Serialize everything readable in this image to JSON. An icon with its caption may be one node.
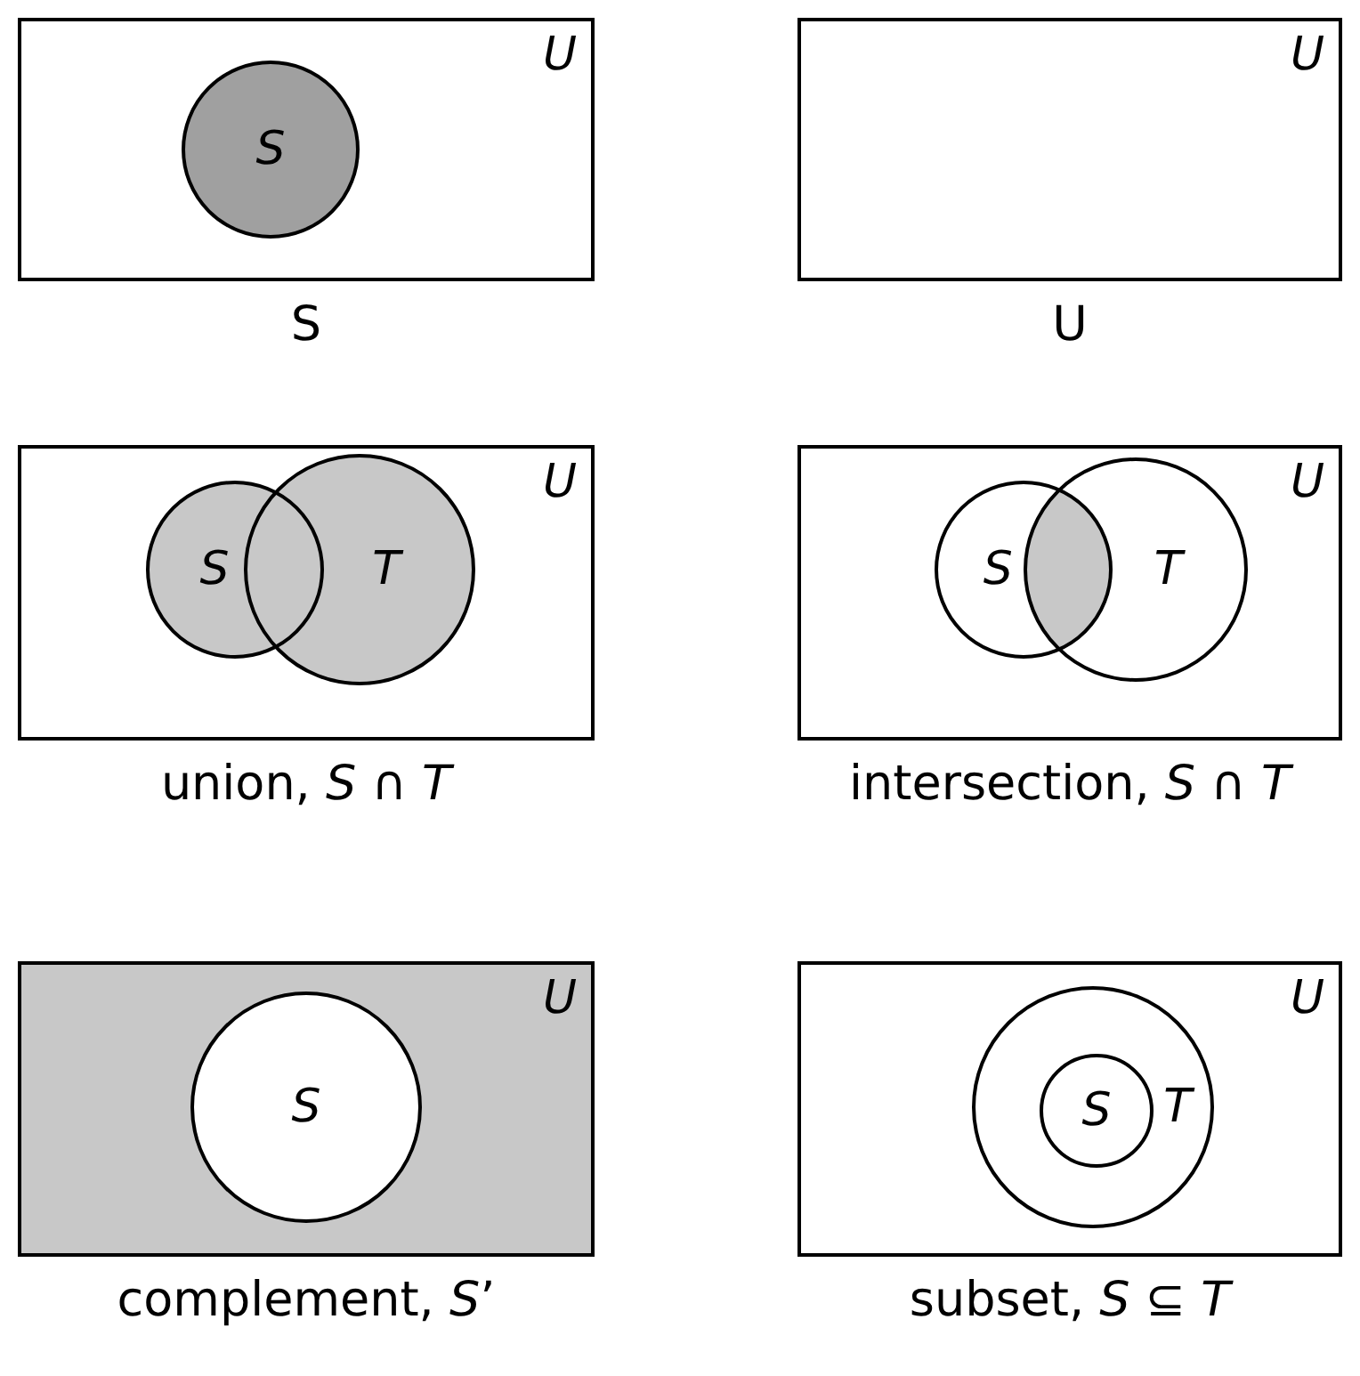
{
  "diagram": {
    "nodes": [
      {
        "text": [
          "U"
        ],
        "beside": [
          "S"
        ]
      },
      {
        "text": [
          "S"
        ],
        "in": 0
      },
      {
        "text": [
          "U"
        ],
        "beside": [
          "U"
        ]
      },
      {
        "text": [
          "U"
        ],
        "beside": [
          "union, *S* ∩ *T*"
        ]
      },
      {
        "text": [
          "S"
        ],
        "in": 3
      },
      {
        "text": [
          "T"
        ],
        "in": 3
      },
      {
        "text": [
          "U"
        ],
        "beside": [
          "intersection, *S* ∩ *T*"
        ]
      },
      {
        "text": [
          "S"
        ],
        "in": 6
      },
      {
        "text": [
          "T"
        ],
        "in": 6
      },
      {
        "text": [
          "U"
        ],
        "beside": [
          "complement, *S*’"
        ]
      },
      {
        "text": [
          "S"
        ],
        "in": 9
      },
      {
        "text": [
          "U"
        ],
        "beside": [
          "subset, *S* ⊆ *T*"
        ]
      },
      {
        "text": [
          "T"
        ],
        "in": 11
      },
      {
        "text": [
          "S"
        ],
        "in": 12
      }
    ]
  }
}
